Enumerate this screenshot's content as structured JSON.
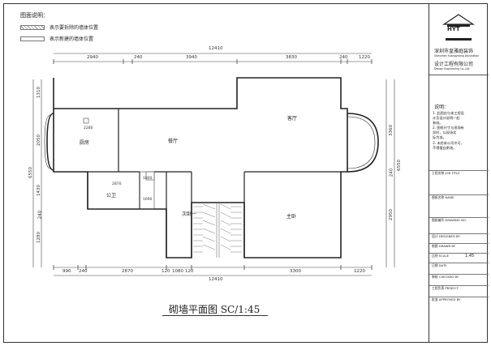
{
  "legend": {
    "title": "图面说明：",
    "demolish_label": "表示要拆除的墙体位置",
    "new_label": "表示新建的墙体位置"
  },
  "dimensions": {
    "top_total": "12410",
    "top_segments": [
      "2940",
      "240",
      "3940",
      "3830",
      "240",
      "1220"
    ],
    "bottom_total": "12410",
    "bottom_segments": [
      "990",
      "240",
      "2870",
      "120",
      "1080",
      "120",
      "3300",
      "1220"
    ],
    "left_total": "6550",
    "left_segments": [
      "1310",
      "2050",
      "1430",
      "240",
      "1280"
    ],
    "right_total": "6550",
    "right_segments": [
      "3360",
      "240",
      "2950"
    ],
    "inner_kitchen_w": "2280",
    "inner_bath_w": "2870",
    "inner_1690": "1690",
    "inner_1800": "1800"
  },
  "rooms": {
    "kitchen": "厨房",
    "dining": "餐厅",
    "living": "客厅",
    "public_bath": "公卫",
    "second_bedroom": "次卧一",
    "master_bedroom": "主卧"
  },
  "plan_title": "砌墙平面图 SC/1:45",
  "title_block": {
    "logo_text": "HYT",
    "company_cn": "深圳市皇雅庭装饰",
    "company_en": "Shenzhen huangyating Decoration",
    "dept_cn": "设计工程有限公司",
    "dept_en": "Design Engineering Co.,Ltd",
    "notes_title": "说明：",
    "notes": [
      "1. 此图应与本工程设",
      "   计及设计说明一起",
      "   参阅。",
      "2. 图纸尺寸与现场有",
      "   异时，以现场实",
      "   际为准。",
      "3. 未经本公司许可，",
      "   不得擅自更改。"
    ],
    "project_name_label": "工程名称 JOB TITLE",
    "drawing_name_label": "图纸名称 NAME",
    "drawing_no_label": "图纸编号 DRAWING NO.",
    "rows": [
      "设计 DESIGNED BY",
      "制图 DRAWN BY",
      "比例 SCALE",
      "日期 DATE",
      "审核 CHECKED BY",
      "工程负责 PROJECT",
      "批准 APPROVED BY"
    ],
    "scale_value": "1:45"
  }
}
